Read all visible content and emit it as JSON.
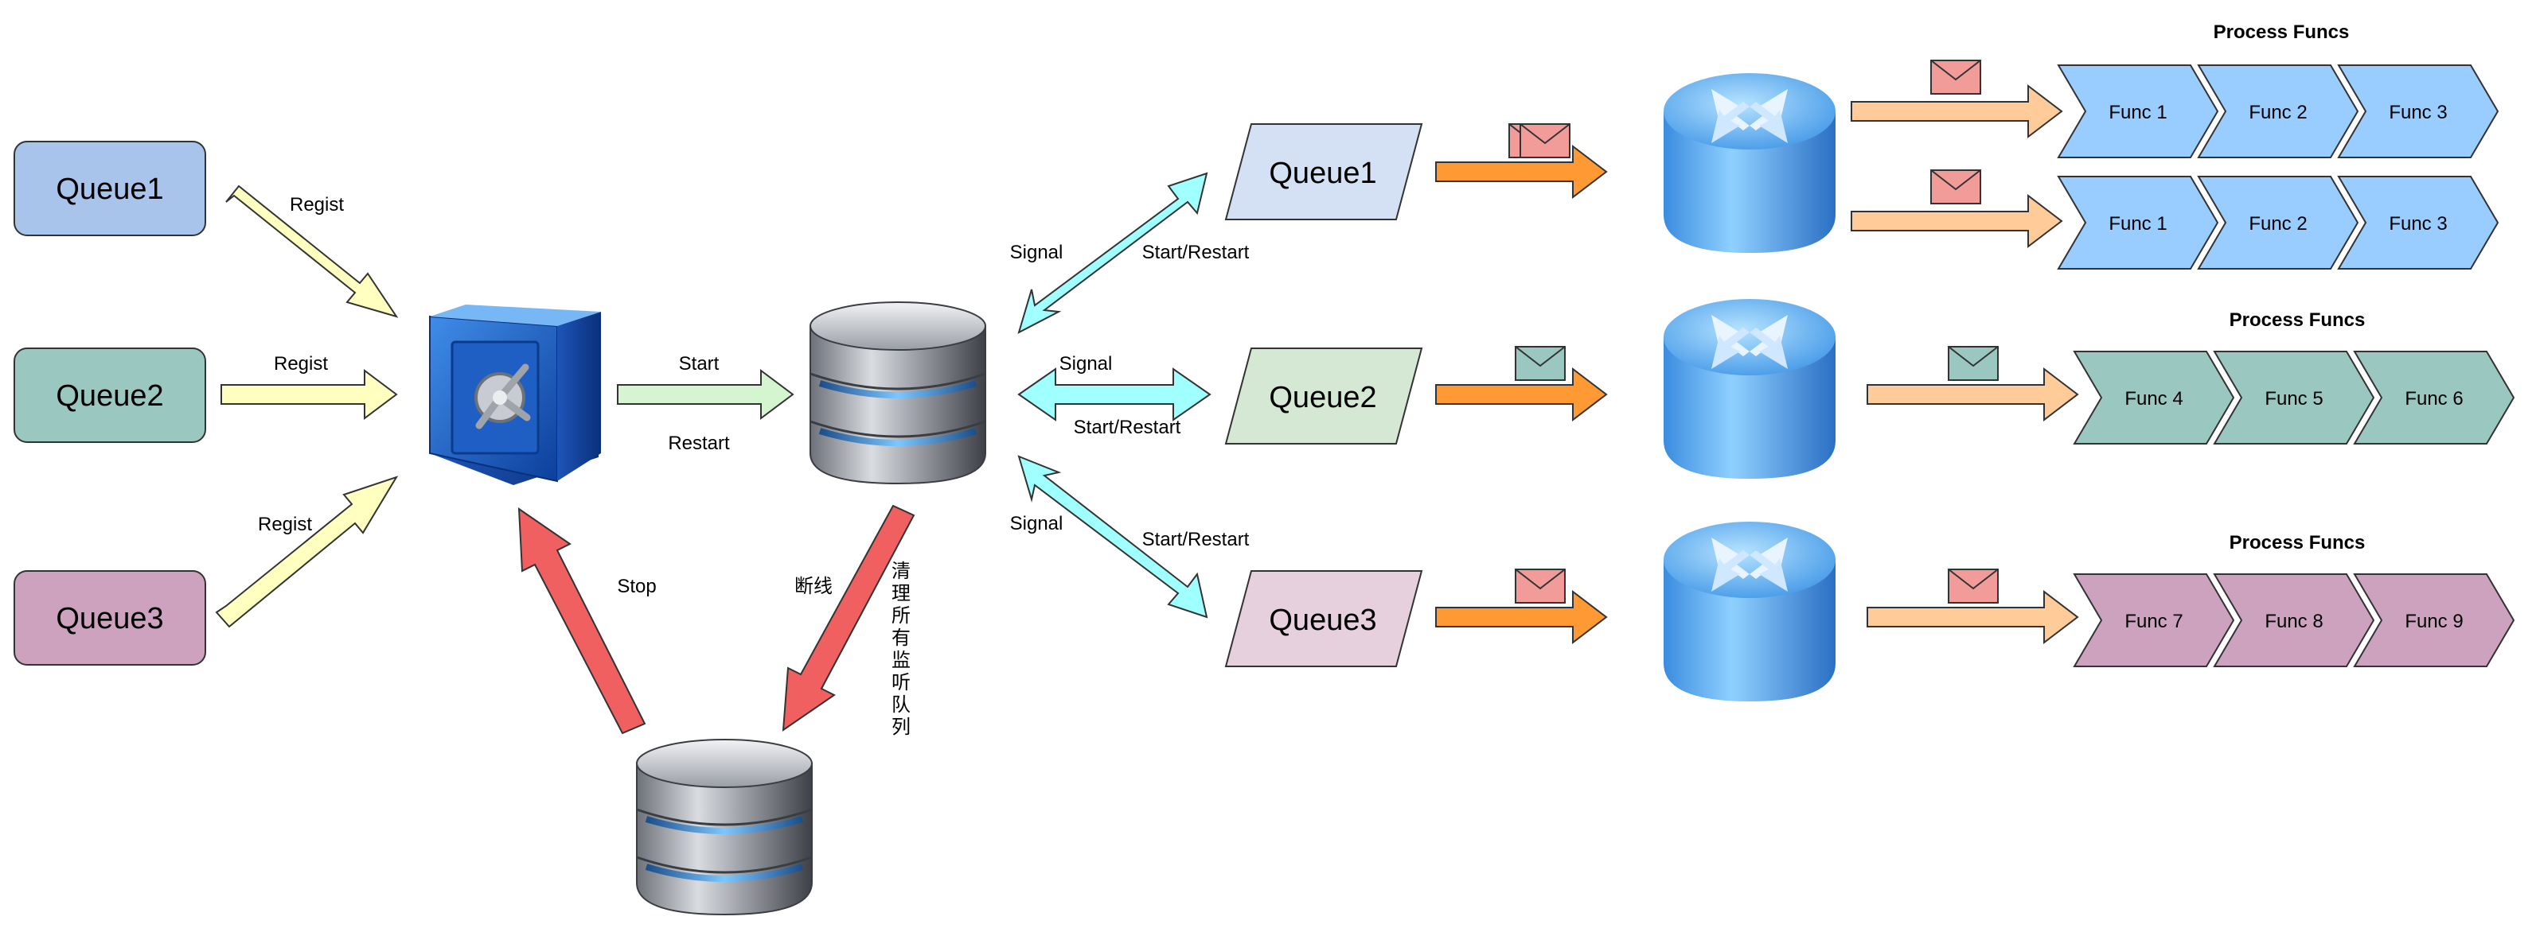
{
  "colors": {
    "queue1": "#a9c4eb",
    "queue2": "#9ac7bf",
    "queue3": "#cda2be",
    "queue1_right": "#d4e1f5",
    "queue2_right": "#d5e8d4",
    "queue3_right": "#e6d0de",
    "func_blue": "#99ccff",
    "func_green": "#9ac7bf",
    "func_purple": "#cda2be",
    "arrow_yellow": "#ffffc0",
    "arrow_green": "#d5f5d0",
    "arrow_red": "#f06060",
    "arrow_cyan": "#a0ffff",
    "arrow_orange": "#ff9933",
    "arrow_peach": "#ffcc99",
    "mail_red": "#f19c99",
    "mail_teal": "#9ac7bf"
  },
  "icons": {
    "safe": "safe-icon",
    "database": "database-icon",
    "router": "router-icon",
    "mail": "mail-icon"
  },
  "left_queues": [
    "Queue1",
    "Queue2",
    "Queue3"
  ],
  "regist_labels": [
    "Regist",
    "Regist",
    "Regist"
  ],
  "safe_to_db": {
    "start": "Start",
    "restart": "Restart"
  },
  "stop_label": "Stop",
  "disconnect_label": "断线",
  "clear_label": [
    "清",
    "理",
    "所",
    "有",
    "监",
    "听",
    "队",
    "列"
  ],
  "signals": {
    "top": {
      "signal": "Signal",
      "start_restart": "Start/Restart"
    },
    "middle": {
      "signal": "Signal",
      "start_restart": "Start/Restart"
    },
    "bottom": {
      "signal": "Signal",
      "start_restart": "Start/Restart"
    }
  },
  "right_queues": [
    "Queue1",
    "Queue2",
    "Queue3"
  ],
  "process_heading": "Process Funcs",
  "func_rows": [
    [
      "Func 1",
      "Func 2",
      "Func 3"
    ],
    [
      "Func 1",
      "Func 2",
      "Func 3"
    ],
    [
      "Func 4",
      "Func 5",
      "Func 6"
    ],
    [
      "Func 7",
      "Func 8",
      "Func 9"
    ]
  ]
}
